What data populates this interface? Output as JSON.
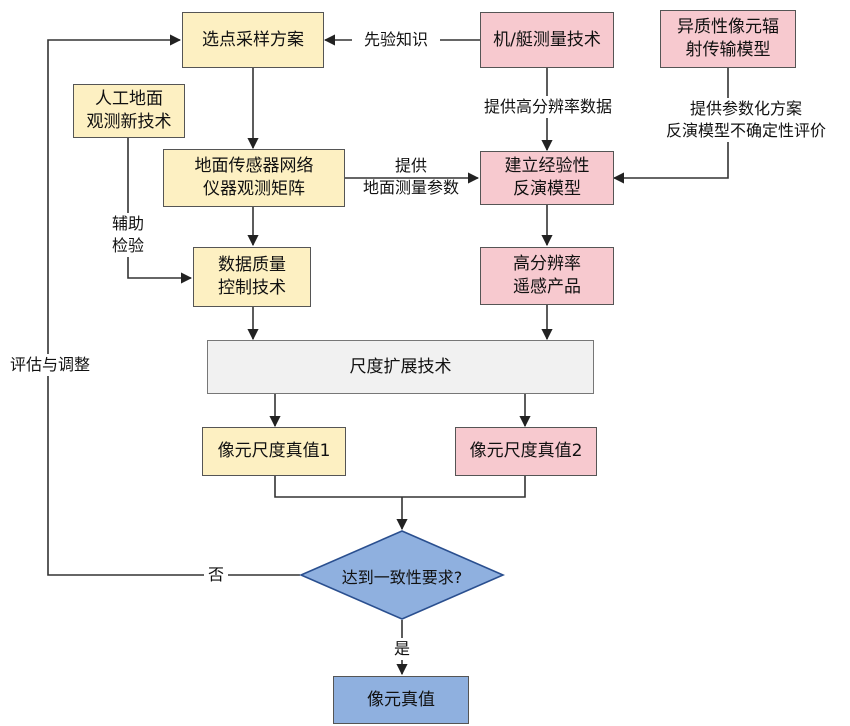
{
  "nodes": {
    "sampling_plan": "选点采样方案",
    "airborne_tech": "机/艇测量技术",
    "heterogeneous_model": "异质性像元辐\n射传输模型",
    "manual_observation": "人工地面\n观测新技术",
    "sensor_network": "地面传感器网络\n仪器观测矩阵",
    "empirical_model": "建立经验性\n反演模型",
    "quality_control": "数据质量\n控制技术",
    "hires_products": "高分辨率\n遥感产品",
    "scale_expansion": "尺度扩展技术",
    "pixel_value_1": "像元尺度真值1",
    "pixel_value_2": "像元尺度真值2",
    "consistency_check": "达到一致性要求?",
    "pixel_truth": "像元真值"
  },
  "edge_labels": {
    "prior_knowledge": "先验知识",
    "hires_data": "提供高分辨率数据",
    "param_scheme": "提供参数化方案\n反演模型不确定性评价",
    "ground_params": "提供\n地面测量参数",
    "assist_verify": "辅助\n检验",
    "evaluate_adjust": "评估与调整",
    "no": "否",
    "yes": "是"
  }
}
